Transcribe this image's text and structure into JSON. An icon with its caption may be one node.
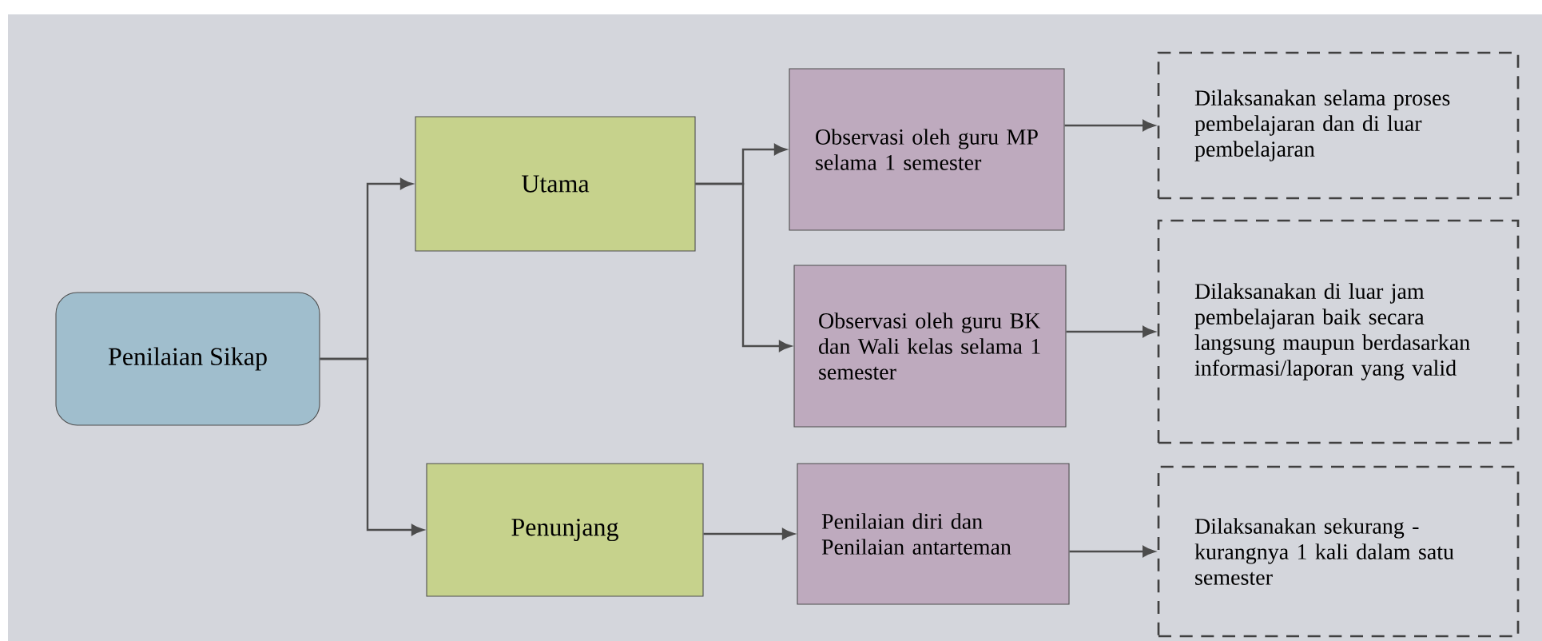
{
  "diagram": {
    "nodes": [
      {
        "text": [
          "Penilaian Sikap"
        ]
      },
      {
        "text": [
          "Utama"
        ]
      },
      {
        "text": [
          "Penunjang"
        ]
      },
      {
        "text": [
          "Observasi oleh guru MP selama 1 semester"
        ]
      },
      {
        "text": [
          "Observasi oleh guru BK dan Wali kelas selama 1 semester"
        ]
      },
      {
        "text": [
          "Penilaian diri dan Penilaian antarteman"
        ]
      },
      {
        "text": [
          "Dilaksanakan selama proses pembelajaran dan di luar pembelajaran"
        ]
      },
      {
        "text": [
          "Dilaksanakan di luar jam pembelajaran baik secara langsung maupun berdasarkan informasi/laporan yang valid"
        ]
      },
      {
        "text": [
          "Dilaksanakan sekurang -kurangnya 1 kali dalam satu semester"
        ]
      }
    ],
    "edges": [
      {
        "from": 0,
        "to": 1,
        "arrow": "to"
      },
      {
        "from": 0,
        "to": 2,
        "arrow": "to"
      },
      {
        "from": 1,
        "to": 3,
        "arrow": "to"
      },
      {
        "from": 1,
        "to": 4,
        "arrow": "to"
      },
      {
        "from": 2,
        "to": 5,
        "arrow": "to"
      },
      {
        "from": 3,
        "to": 6,
        "arrow": "to"
      },
      {
        "from": 4,
        "to": 7,
        "arrow": "to"
      },
      {
        "from": 5,
        "to": 8,
        "arrow": "to"
      }
    ]
  }
}
